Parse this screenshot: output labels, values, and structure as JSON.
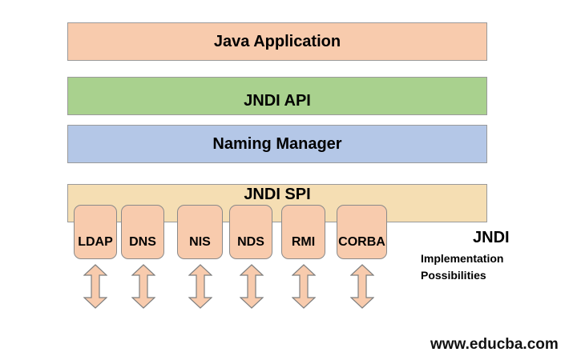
{
  "colors": {
    "java": "#f8cbad",
    "api": "#a9d18e",
    "naming": "#b4c7e7",
    "spi": "#f5deb3",
    "provider": "#f8cbad",
    "arrow_fill": "#f8cbad",
    "arrow_stroke": "#7f7f7f"
  },
  "layers": {
    "java": "Java Application",
    "api": "JNDI API",
    "naming": "Naming Manager",
    "spi": "JNDI SPI"
  },
  "providers": [
    "LDAP",
    "DNS",
    "NIS",
    "NDS",
    "RMI",
    "CORBA"
  ],
  "side_label": {
    "title": "JNDI",
    "line1": "Implementation",
    "line2": "Possibilities"
  },
  "watermark": "www.educba.com"
}
